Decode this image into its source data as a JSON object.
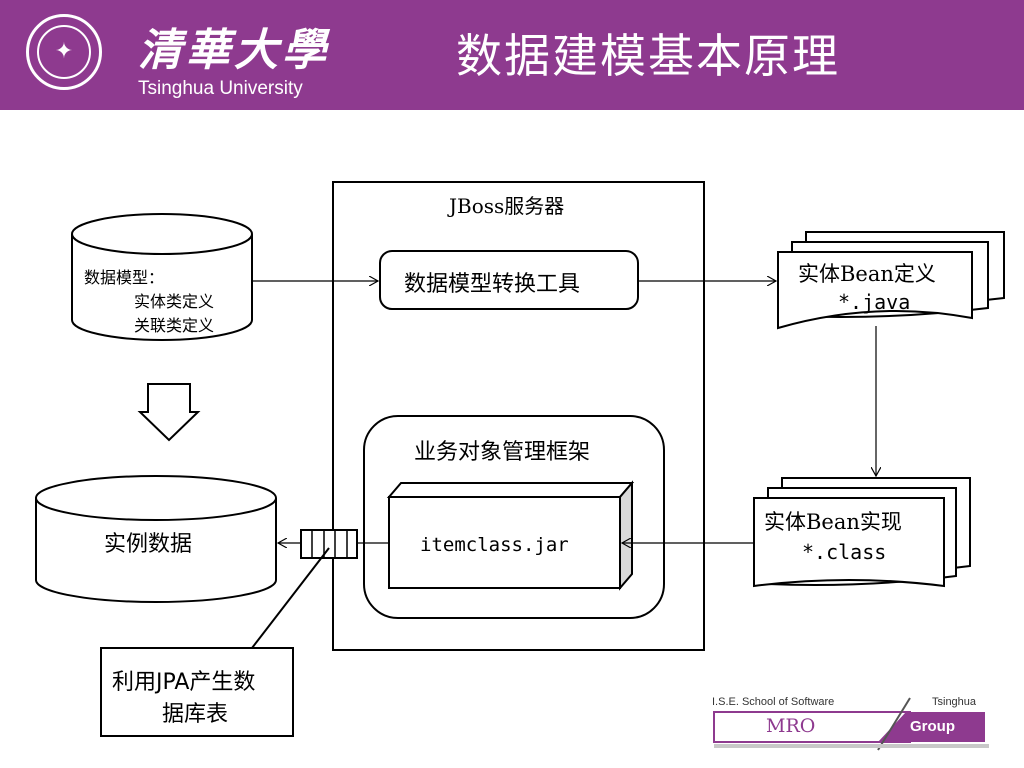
{
  "header": {
    "university_cn": "清華大學",
    "university_en": "Tsinghua University",
    "title": "数据建模基本原理"
  },
  "diagram": {
    "jboss_label": "JBoss服务器",
    "data_model_title": "数据模型：",
    "data_model_item1": "实体类定义",
    "data_model_item2": "关联类定义",
    "converter_tool": "数据模型转换工具",
    "entity_def_line1": "实体Bean定义",
    "entity_def_line2": "*.java",
    "framework_label": "业务对象管理框架",
    "jar_label": "itemclass.jar",
    "entity_impl_line1": "实体Bean实现",
    "entity_impl_line2": "*.class",
    "instance_data": "实例数据",
    "jpa_line1": "利用JPA产生数",
    "jpa_line2": "据库表"
  },
  "footer": {
    "ise": "I.S.E. School of Software",
    "tsinghua": "Tsinghua",
    "mro": "MRO",
    "group": "Group"
  }
}
